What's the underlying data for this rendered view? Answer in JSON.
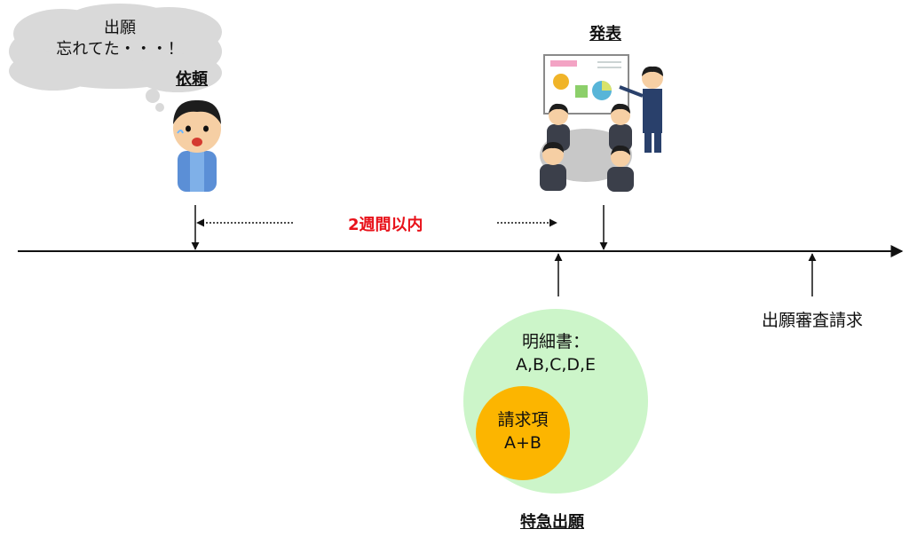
{
  "thought": {
    "line1": "出願",
    "line2": "忘れてた・・・！"
  },
  "labels": {
    "request": "依頼",
    "presentation": "発表",
    "within": "2週間以内",
    "exam_request": "出願審査請求",
    "special_filing": "特急出願"
  },
  "spec_circle": {
    "line1": "明細書：",
    "line2": "A,B,C,D,E"
  },
  "claims_circle": {
    "line1": "請求項",
    "line2": "A+B"
  },
  "colors": {
    "red": "#e8121a",
    "spec_fill": "#ccf5c9",
    "claims_fill": "#fcb500",
    "cloud": "#d9d9d9"
  }
}
